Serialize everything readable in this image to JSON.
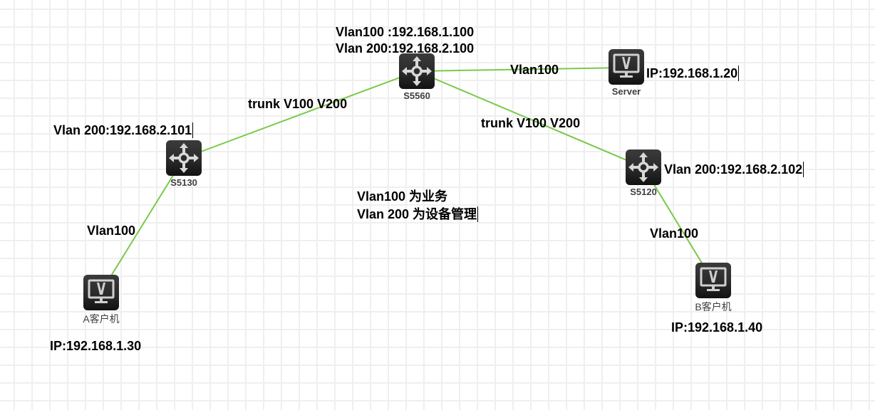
{
  "diagram": {
    "link_color": "#79c94a",
    "nodes": [
      {
        "id": "s5560",
        "type": "switch",
        "label": "S5560"
      },
      {
        "id": "s5130",
        "type": "switch",
        "label": "S5130"
      },
      {
        "id": "s5120",
        "type": "switch",
        "label": "S5120"
      },
      {
        "id": "server",
        "type": "pc",
        "label": "Server"
      },
      {
        "id": "client_a",
        "type": "pc",
        "label": "A客户机"
      },
      {
        "id": "client_b",
        "type": "pc",
        "label": "B客户机"
      }
    ],
    "links": [
      {
        "from": "s5560",
        "to": "server",
        "label": "Vlan100"
      },
      {
        "from": "s5560",
        "to": "s5130",
        "label": "trunk V100 V200"
      },
      {
        "from": "s5560",
        "to": "s5120",
        "label": "trunk V100 V200"
      },
      {
        "from": "s5130",
        "to": "client_a",
        "label": "Vlan100"
      },
      {
        "from": "s5120",
        "to": "client_b",
        "label": "Vlan100"
      }
    ],
    "annotations": {
      "s5560_vlan100": "Vlan100 :192.168.1.100",
      "s5560_vlan200": "Vlan 200:192.168.2.100",
      "server_ip": "IP:192.168.1.20",
      "s5130_vlan200": "Vlan 200:192.168.2.101",
      "s5120_vlan200": "Vlan 200:192.168.2.102",
      "client_a_ip": "IP:192.168.1.30",
      "client_b_ip": "IP:192.168.1.40",
      "note_line1": "Vlan100 为业务",
      "note_line2": "Vlan 200 为设备管理"
    }
  }
}
